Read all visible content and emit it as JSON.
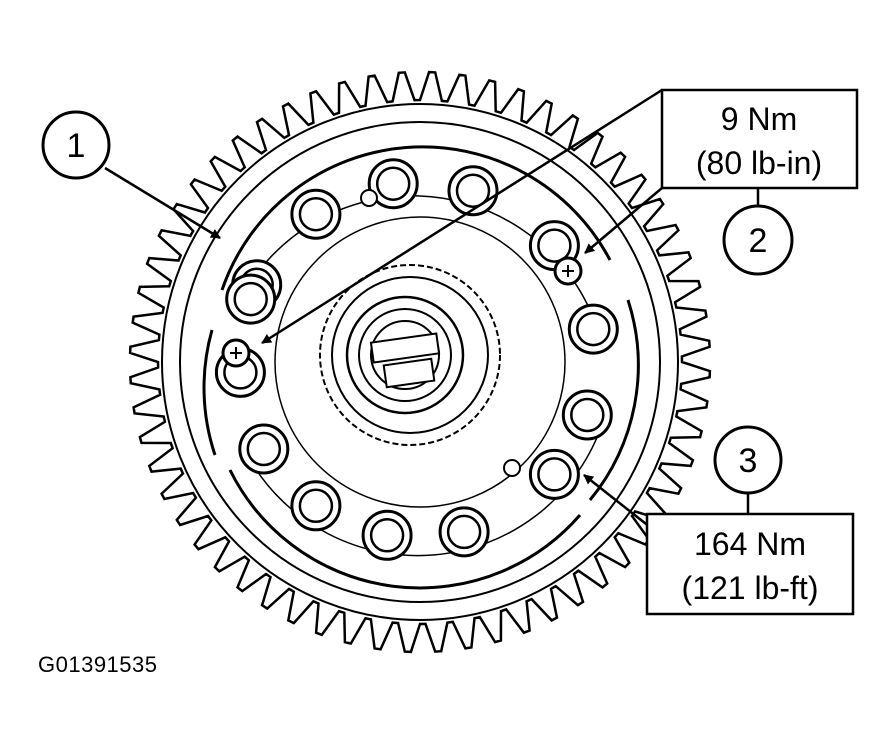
{
  "callouts": [
    {
      "number": "1"
    },
    {
      "number": "2",
      "torque_line1": "9 Nm",
      "torque_line2": "(80 lb-in)"
    },
    {
      "number": "3",
      "torque_line1": "164 Nm",
      "torque_line2": "(121 lb-ft)"
    }
  ],
  "figure_id": "G01391535",
  "colors": {
    "line": "#000000",
    "background": "#ffffff"
  }
}
